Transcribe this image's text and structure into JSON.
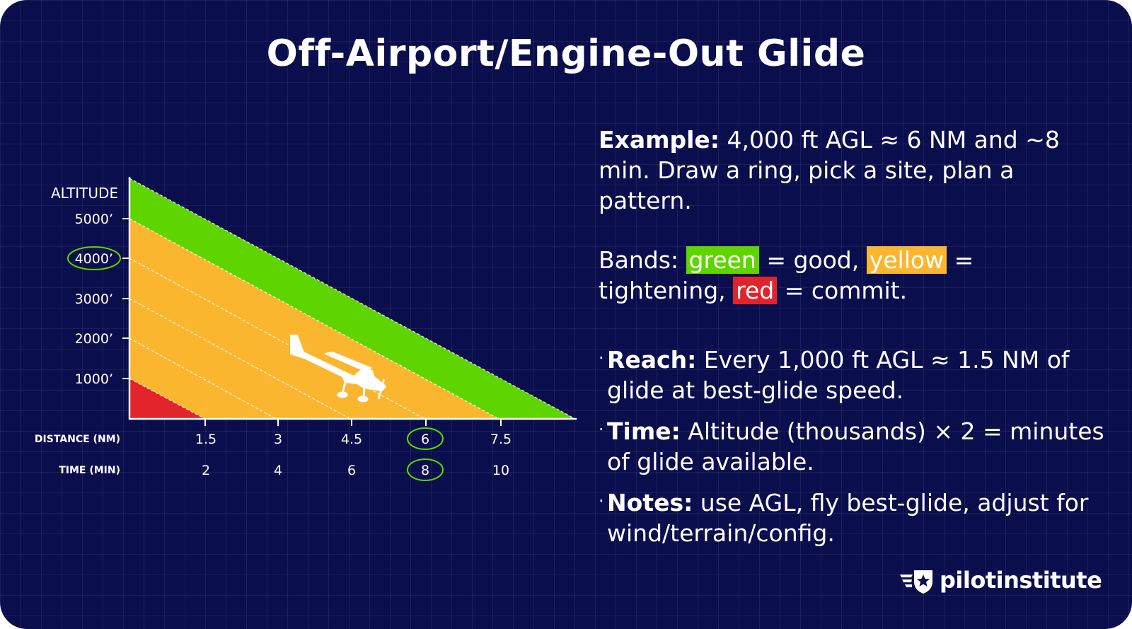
{
  "title": "Off-Airport/Engine-Out Glide",
  "colors": {
    "background": "#0b0e4c",
    "green": "#5fd500",
    "yellow": "#fbb630",
    "red": "#e3232c",
    "circle": "#5fd500"
  },
  "chart": {
    "y_axis_label": "ALTITUDE",
    "x_axis_label": "DISTANCE (NM)",
    "time_label": "TIME (MIN)",
    "y_ticks": [
      "5000’",
      "4000’",
      "3000’",
      "2000’",
      "1000’"
    ],
    "x_ticks": [
      "1.5",
      "3",
      "4.5",
      "6",
      "7.5"
    ],
    "time_ticks": [
      "2",
      "4",
      "6",
      "8",
      "10"
    ],
    "highlighted_altitude": "4000’",
    "highlighted_distance": "6",
    "highlighted_time": "8",
    "airplane_icon": "airplane-icon"
  },
  "right": {
    "example_label": "Example:",
    "example_text": " 4,000 ft AGL ≈ 6 NM and ~8 min. Draw a ring, pick a site, plan a pattern.",
    "bands_prefix": "Bands: ",
    "green_word": "green",
    "green_text": " = good, ",
    "yellow_word": "yellow",
    "yellow_text": " = tightening, ",
    "red_word": "red",
    "red_text": " = commit.",
    "bullets": [
      {
        "label": "Reach:",
        "text": " Every 1,000 ft AGL ≈ 1.5 NM of glide at best-glide speed."
      },
      {
        "label": "Time:",
        "text": " Altitude (thousands) × 2 = minutes of glide available."
      },
      {
        "label": "Notes:",
        "text": " use AGL, fly best-glide, adjust for wind/terrain/config."
      }
    ]
  },
  "logo": {
    "text": "pilotinstitute",
    "icon": "winged-star-shield-icon"
  }
}
